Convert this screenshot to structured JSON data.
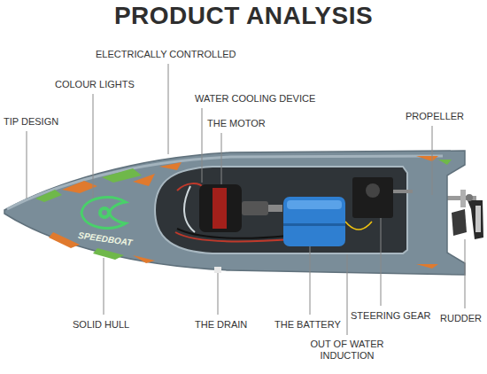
{
  "diagram": {
    "title": "PRODUCT ANALYSIS",
    "labels": [
      "ELECTRICALLY CONTROLLED",
      "COLOUR LIGHTS",
      "WATER COOLING DEVICE",
      "TIP DESIGN",
      "THE MOTOR",
      "PROPELLER",
      "SOLID HULL",
      "THE DRAIN",
      "THE BATTERY",
      "STEERING GEAR",
      "RUDDER",
      "OUT OF WATER INDUCTION",
      "SPEEDBOAT"
    ]
  }
}
